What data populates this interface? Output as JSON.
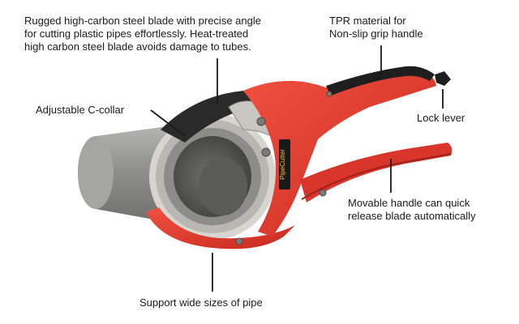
{
  "colors": {
    "body_red": "#e23a2f",
    "dark_red": "#a9231b",
    "pipe_grey": "#9a9a98",
    "grip_black": "#1e1e1e",
    "blade_steel": "#c8c6c0"
  },
  "callouts": {
    "blade": {
      "lines": [
        "Rugged high-carbon steel blade with precise angle",
        "for cutting plastic pipes effortlessly. Heat-treated",
        "high carbon steel blade avoids damage to tubes."
      ]
    },
    "grip": {
      "lines": [
        "TPR material for",
        "Non-slip grip handle"
      ]
    },
    "collar": {
      "text": "Adjustable C-collar"
    },
    "lock": {
      "text": "Lock lever"
    },
    "handle": {
      "lines": [
        "Movable handle can quick",
        "release blade automatically"
      ]
    },
    "support": {
      "text": "Support wide sizes of pipe"
    }
  },
  "product": {
    "logo_text": "PipeCutter"
  }
}
